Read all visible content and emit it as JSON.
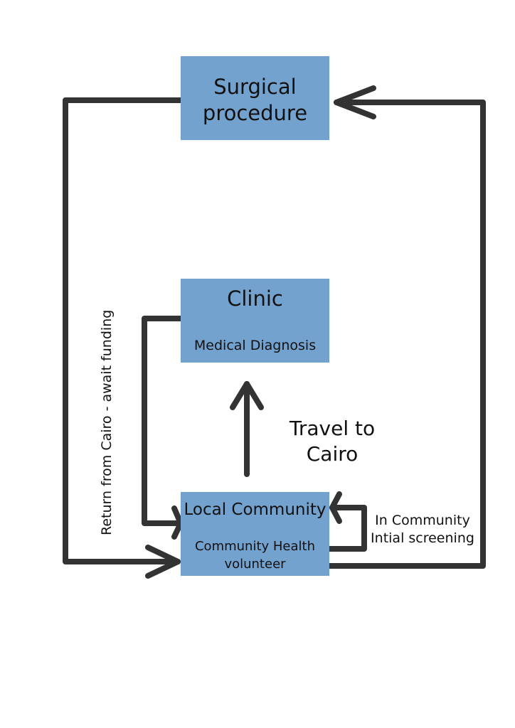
{
  "diagram": {
    "boxes": {
      "surgical": {
        "title": "Surgical\nprocedure"
      },
      "clinic": {
        "title": "Clinic",
        "subtitle": "Medical Diagnosis"
      },
      "local": {
        "title": "Local Community",
        "subtitle": "Community Health\nvolunteer"
      }
    },
    "labels": {
      "travel": "Travel to\n Cairo",
      "in_community": "In Community\nIntial screening",
      "return": "Return from Cairo - await funding"
    },
    "colors": {
      "box_fill": "#74a2cf",
      "arrow": "#333333",
      "text": "#111111"
    }
  }
}
